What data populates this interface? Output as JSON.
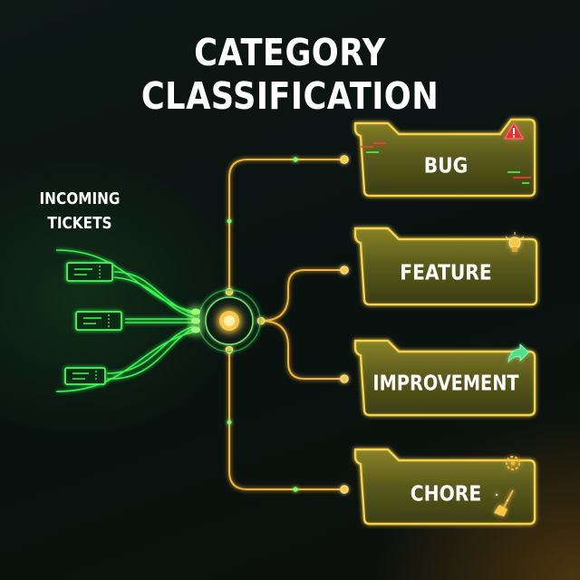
{
  "title": "CATEGORY CLASSIFICATION",
  "source": {
    "label_line1": "INCOMING",
    "label_line2": "TICKETS",
    "ticket_count": 3
  },
  "categories": [
    {
      "label": "BUG",
      "icon": "warning-triangle-icon"
    },
    {
      "label": "FEATURE",
      "icon": "lightbulb-icon"
    },
    {
      "label": "IMPROVEMENT",
      "icon": "arrow-forward-icon"
    },
    {
      "label": "CHORE",
      "icon": "broom-gear-icon"
    }
  ],
  "colors": {
    "background": "#0b1210",
    "connector": "#f2b33a",
    "folder_border": "#f5d24a",
    "folder_fill": "#6e6a22",
    "ticket_glow": "#3dff55",
    "bug_accent": "#ff3b3b"
  }
}
